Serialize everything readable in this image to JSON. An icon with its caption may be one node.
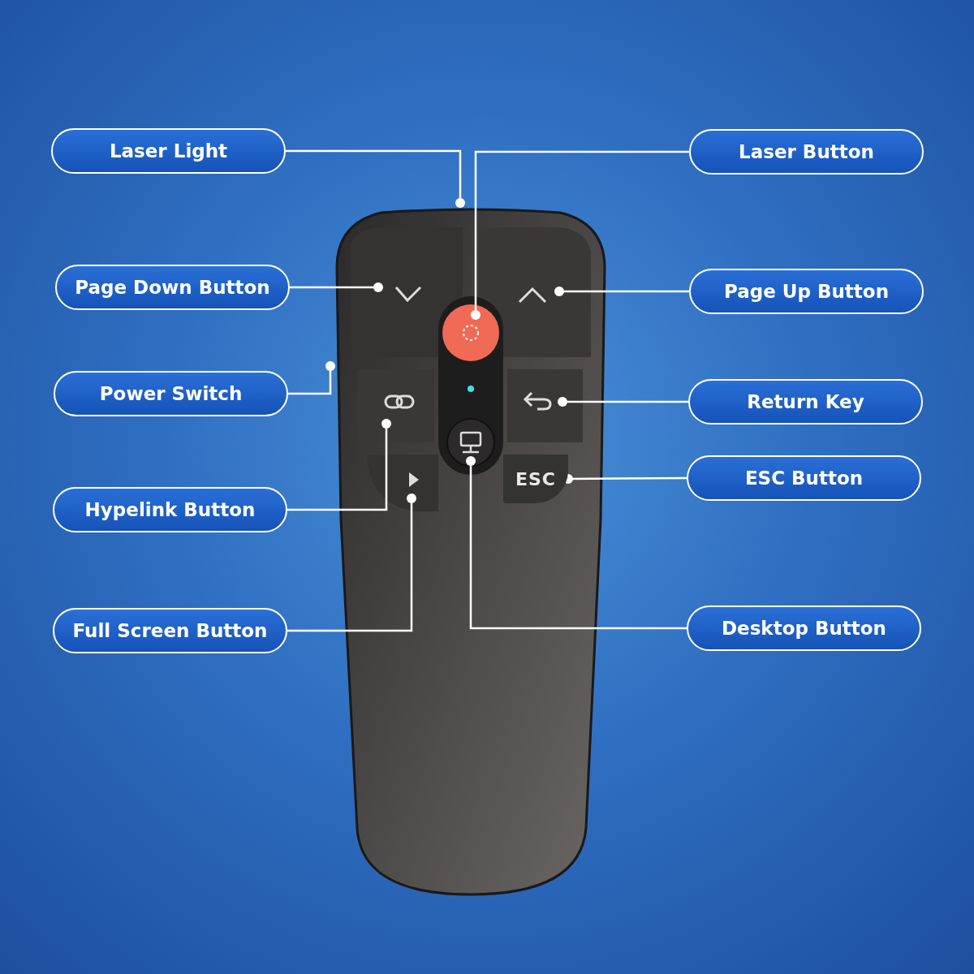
{
  "diagram": {
    "nodes": [
      {
        "text": [
          "Laser Light"
        ]
      },
      {
        "text": [
          "Laser Button"
        ]
      },
      {
        "text": [
          "Page Down Button"
        ]
      },
      {
        "text": [
          "Page Up Button"
        ]
      },
      {
        "text": [
          "Power Switch"
        ]
      },
      {
        "text": [
          "Return Key"
        ]
      },
      {
        "text": [
          "Hypelink Button"
        ]
      },
      {
        "text": [
          "ESC Button"
        ]
      },
      {
        "text": [
          "Full Screen Button"
        ]
      },
      {
        "text": [
          "Desktop Button"
        ]
      },
      {
        "text": [
          "ESC"
        ]
      }
    ],
    "edges": [
      {
        "from": 0,
        "to": null,
        "arrow": "other"
      },
      {
        "from": 1,
        "to": null,
        "arrow": "other"
      },
      {
        "from": 2,
        "to": null,
        "arrow": "other"
      },
      {
        "from": 3,
        "to": null,
        "arrow": "other"
      },
      {
        "from": 4,
        "to": null,
        "arrow": "other"
      },
      {
        "from": 5,
        "to": null,
        "arrow": "other"
      },
      {
        "from": 6,
        "to": null,
        "arrow": "other"
      },
      {
        "from": 7,
        "to": 10,
        "arrow": "other"
      },
      {
        "from": 8,
        "to": null,
        "arrow": "other"
      },
      {
        "from": 9,
        "to": null,
        "arrow": "other"
      }
    ]
  }
}
